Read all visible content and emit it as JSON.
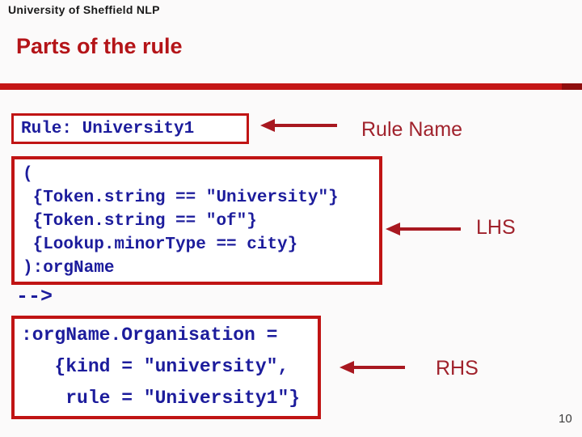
{
  "header": {
    "organisation": "University of Sheffield NLP",
    "page_number": "10"
  },
  "title": "Parts of the rule",
  "colors": {
    "title_red": "#b41418",
    "bar_red": "#c41616",
    "bar_end_dark_red": "#8f0e0e",
    "box_border_red": "#c01414",
    "code_navy": "#1c1c9c",
    "annotation_red": "#a0222c",
    "background": "#fbfafa"
  },
  "rule_name_box": {
    "code": "Rule: University1"
  },
  "lhs_box": {
    "lines": [
      "(",
      " {Token.string == \"University\"}",
      " {Token.string == \"of\"}",
      " {Lookup.minorType == city}",
      "):orgName"
    ]
  },
  "separator": "-->",
  "rhs_box": {
    "lines": [
      ":orgName.Organisation =",
      "   {kind = \"university\",",
      "    rule = \"University1\"}"
    ]
  },
  "annotations": {
    "rule_name": "Rule Name",
    "lhs": "LHS",
    "rhs": "RHS"
  }
}
